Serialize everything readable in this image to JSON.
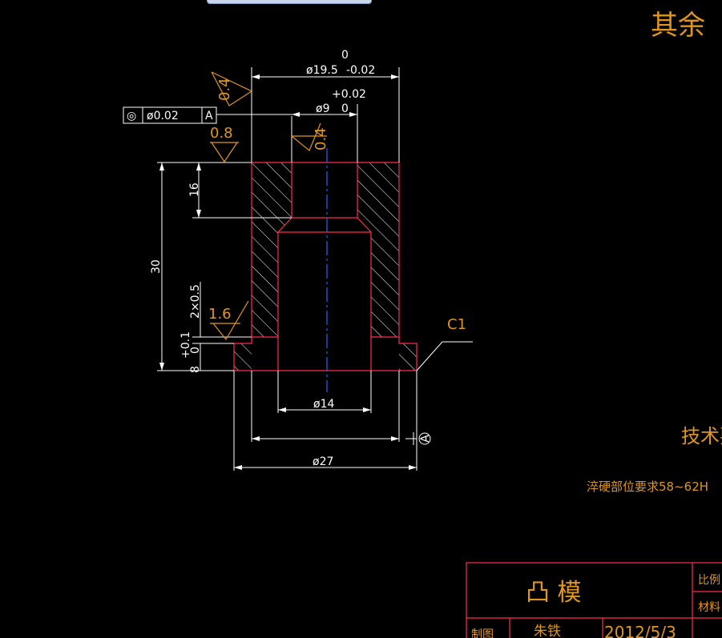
{
  "drawing": {
    "corner_note": "其余",
    "dim_outer_top": "ø19.5",
    "dim_outer_upper_tol": "0",
    "dim_outer_lower_tol": "-0.02",
    "dim_bore_top": "ø9",
    "dim_bore_upper_tol": "+0.02",
    "dim_bore_lower_tol": "0",
    "roughness_top": "0.4",
    "roughness_face": "0.8",
    "roughness_bore": "0.4",
    "roughness_flange": "1.6",
    "tolerance_symbol": "◎",
    "tolerance_value": "ø0.02",
    "datum_ref": "A",
    "datum_label": "A",
    "dim_16": "16",
    "dim_30": "30",
    "dim_chamfer_2x": "2×0.5",
    "dim_flange_tol_upper": "+0.1",
    "dim_flange_tol_lower": "0",
    "dim_8": "8",
    "chamfer_c1": "C1",
    "dim_bore_bottom": "ø14",
    "dim_base": "ø27",
    "tech_req_title": "技术要",
    "tech_req_text": "淬硬部位要求58~62H"
  },
  "title_block": {
    "part_name": "凸 模",
    "scale_label": "比例",
    "material_label": "材料",
    "drawn_by_label": "制图",
    "drawn_by_name": "朱铁",
    "date": "2012/5/3"
  },
  "colors": {
    "background": "#000000",
    "outline": "#ff2a55",
    "dimension": "#ffffff",
    "annotation": "#e0961e",
    "centerline": "#1e64ff"
  }
}
